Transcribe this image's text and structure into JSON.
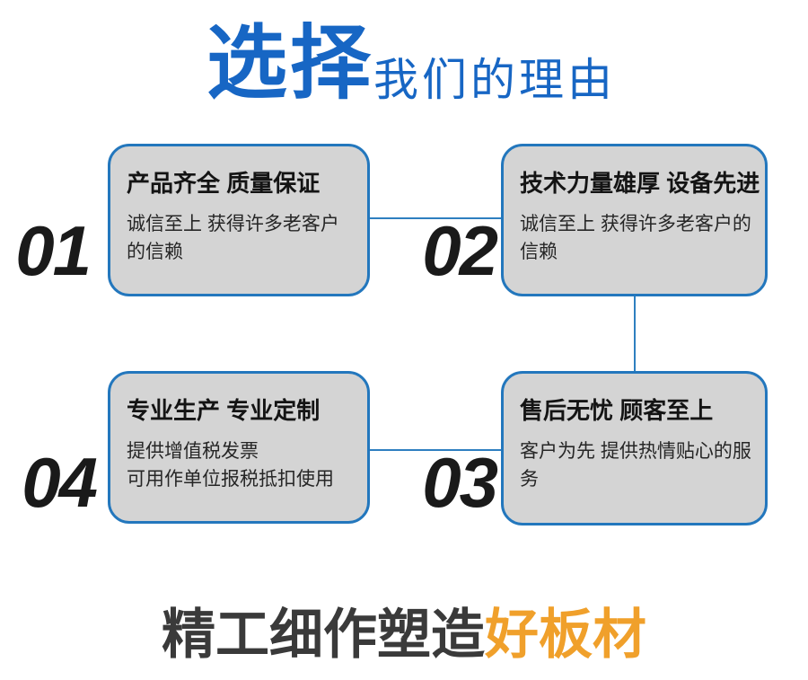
{
  "header": {
    "title_accent": "选择",
    "title_rest": "我们的理由"
  },
  "boxes": [
    {
      "number": "01",
      "title": "产品齐全 质量保证",
      "desc": "诚信至上 获得许多老客户的信赖"
    },
    {
      "number": "02",
      "title": "技术力量雄厚 设备先进",
      "desc": "诚信至上 获得许多老客户的信赖"
    },
    {
      "number": "03",
      "title": "售后无忧 顾客至上",
      "desc": "客户为先 提供热情贴心的服务"
    },
    {
      "number": "04",
      "title": "专业生产 专业定制",
      "desc": "提供增值税发票\n可用作单位报税抵扣使用"
    }
  ],
  "footer": {
    "text_main": "精工细作塑造",
    "text_accent": "好板材"
  },
  "colors": {
    "title_blue": "#1766c4",
    "box_border_blue": "#2377bd",
    "box_fill_gray": "#d4d4d4",
    "connector_blue": "#2e7fc0",
    "number_black": "#1a1a1a",
    "footer_dark": "#3a3a3a",
    "footer_orange": "#f0a02b"
  }
}
